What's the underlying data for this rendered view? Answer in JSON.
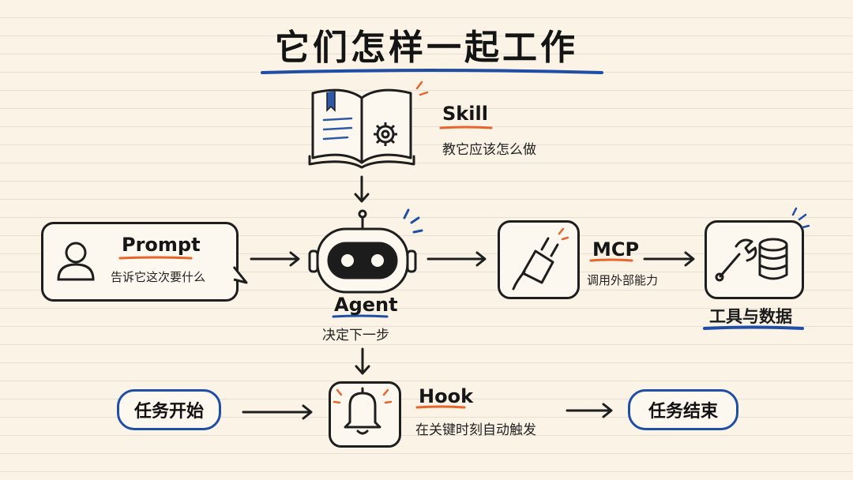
{
  "title": "它们怎样一起工作",
  "nodes": {
    "skill": {
      "label": "Skill",
      "desc": "教它应该怎么做"
    },
    "prompt": {
      "label": "Prompt",
      "desc": "告诉它这次要什么"
    },
    "agent": {
      "label": "Agent",
      "desc": "决定下一步"
    },
    "mcp": {
      "label": "MCP",
      "desc": "调用外部能力"
    },
    "tools": {
      "label": "工具与数据"
    },
    "hook": {
      "label": "Hook",
      "desc": "在关键时刻自动触发"
    },
    "task_start": {
      "label": "任务开始"
    },
    "task_end": {
      "label": "任务结束"
    }
  },
  "colors": {
    "accent_blue": "#1f4ea6",
    "accent_orange": "#e8642a",
    "ink": "#1e1e1e",
    "paper": "#fbf4e6"
  }
}
